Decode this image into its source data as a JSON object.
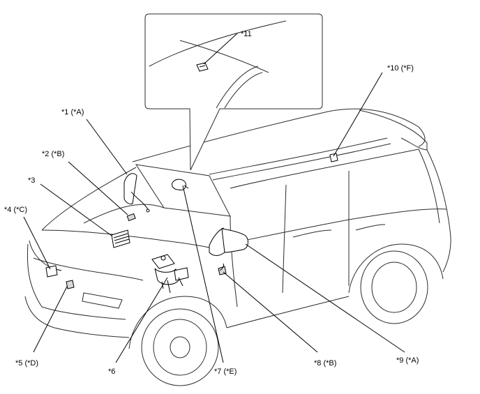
{
  "callouts": [
    {
      "id": "1",
      "text": "*1 (*A)"
    },
    {
      "id": "2",
      "text": "*2 (*B)"
    },
    {
      "id": "3",
      "text": "*3"
    },
    {
      "id": "4",
      "text": "*4 (*C)"
    },
    {
      "id": "5",
      "text": "*5 (*D)"
    },
    {
      "id": "6",
      "text": "*6"
    },
    {
      "id": "7",
      "text": "*7 (*E)"
    },
    {
      "id": "8",
      "text": "*8 (*B)"
    },
    {
      "id": "9",
      "text": "*9 (*A)"
    },
    {
      "id": "10",
      "text": "*10 (*F)"
    },
    {
      "id": "11",
      "text": "*11"
    }
  ]
}
